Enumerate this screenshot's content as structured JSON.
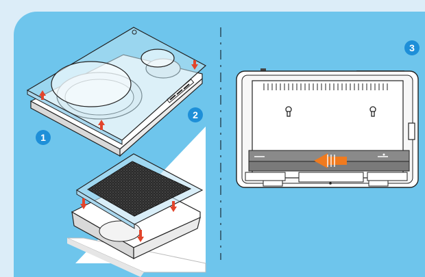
{
  "steps": [
    {
      "number": "1"
    },
    {
      "number": "2"
    },
    {
      "number": "3"
    }
  ],
  "colors": {
    "page_background": "#dcedf8",
    "panel_background": "#6ec5ec",
    "step_badge": "#1e8fd8",
    "cover_tint": "#bfe3f3",
    "arrow_red": "#e2452c",
    "arrow_orange": "#f07a1e",
    "device_white": "#ffffff",
    "device_shadow": "#c9c9c9",
    "cover_plate": "#8a8a8a",
    "velcro_pad": "#2a2a2a"
  },
  "illustrations": [
    {
      "name": "device-top-cover",
      "icon": "device-cover-icon"
    },
    {
      "name": "velcro-adhesive-pad",
      "icon": "velcro-icon"
    },
    {
      "name": "rear-panel-cover",
      "icon": "rear-panel-icon"
    }
  ]
}
